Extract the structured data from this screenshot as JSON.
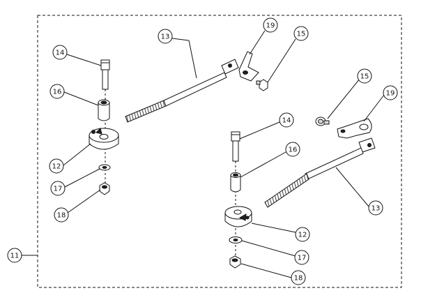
{
  "diagram": {
    "assembly_label": "11",
    "callouts": [
      {
        "id": "c14a",
        "label": "14"
      },
      {
        "id": "c16a",
        "label": "16"
      },
      {
        "id": "c12a",
        "label": "12"
      },
      {
        "id": "c17a",
        "label": "17"
      },
      {
        "id": "c18a",
        "label": "18"
      },
      {
        "id": "c13a",
        "label": "13"
      },
      {
        "id": "c19a",
        "label": "19"
      },
      {
        "id": "c15a",
        "label": "15"
      },
      {
        "id": "c14b",
        "label": "14"
      },
      {
        "id": "c16b",
        "label": "16"
      },
      {
        "id": "c12b",
        "label": "12"
      },
      {
        "id": "c17b",
        "label": "17"
      },
      {
        "id": "c18b",
        "label": "18"
      },
      {
        "id": "c15b",
        "label": "15"
      },
      {
        "id": "c19b",
        "label": "19"
      },
      {
        "id": "c13b",
        "label": "13"
      }
    ]
  }
}
